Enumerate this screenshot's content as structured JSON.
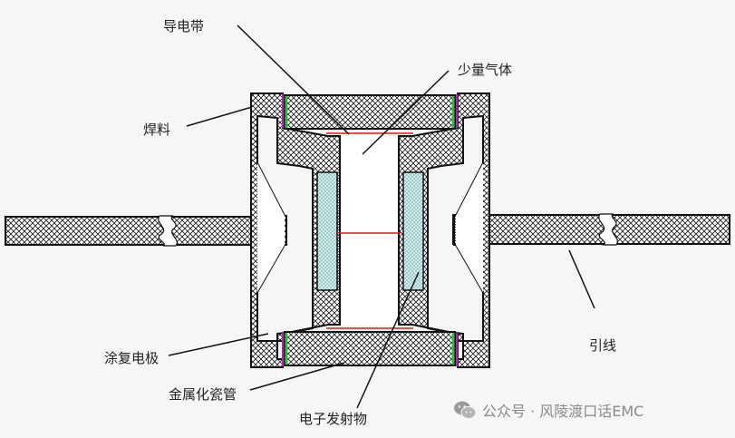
{
  "labels": {
    "conductive_strip": "导电带",
    "small_gas": "少量气体",
    "solder": "焊料",
    "lead_wire": "引线",
    "coated_electrode": "涂复电极",
    "metallized_ceramic_tube": "金属化瓷管",
    "electron_emitter": "电子发射物"
  },
  "watermark": {
    "text": "公众号 · 风陵渡口话EMC",
    "icon": "wechat-icon"
  },
  "colors": {
    "outline": "#111111",
    "hatch": "#222222",
    "emitter_fill": "#cfeeee",
    "gas_line": "#e21a1a",
    "metal_green": "#2bbd3b",
    "metal_magenta": "#c018c8"
  }
}
